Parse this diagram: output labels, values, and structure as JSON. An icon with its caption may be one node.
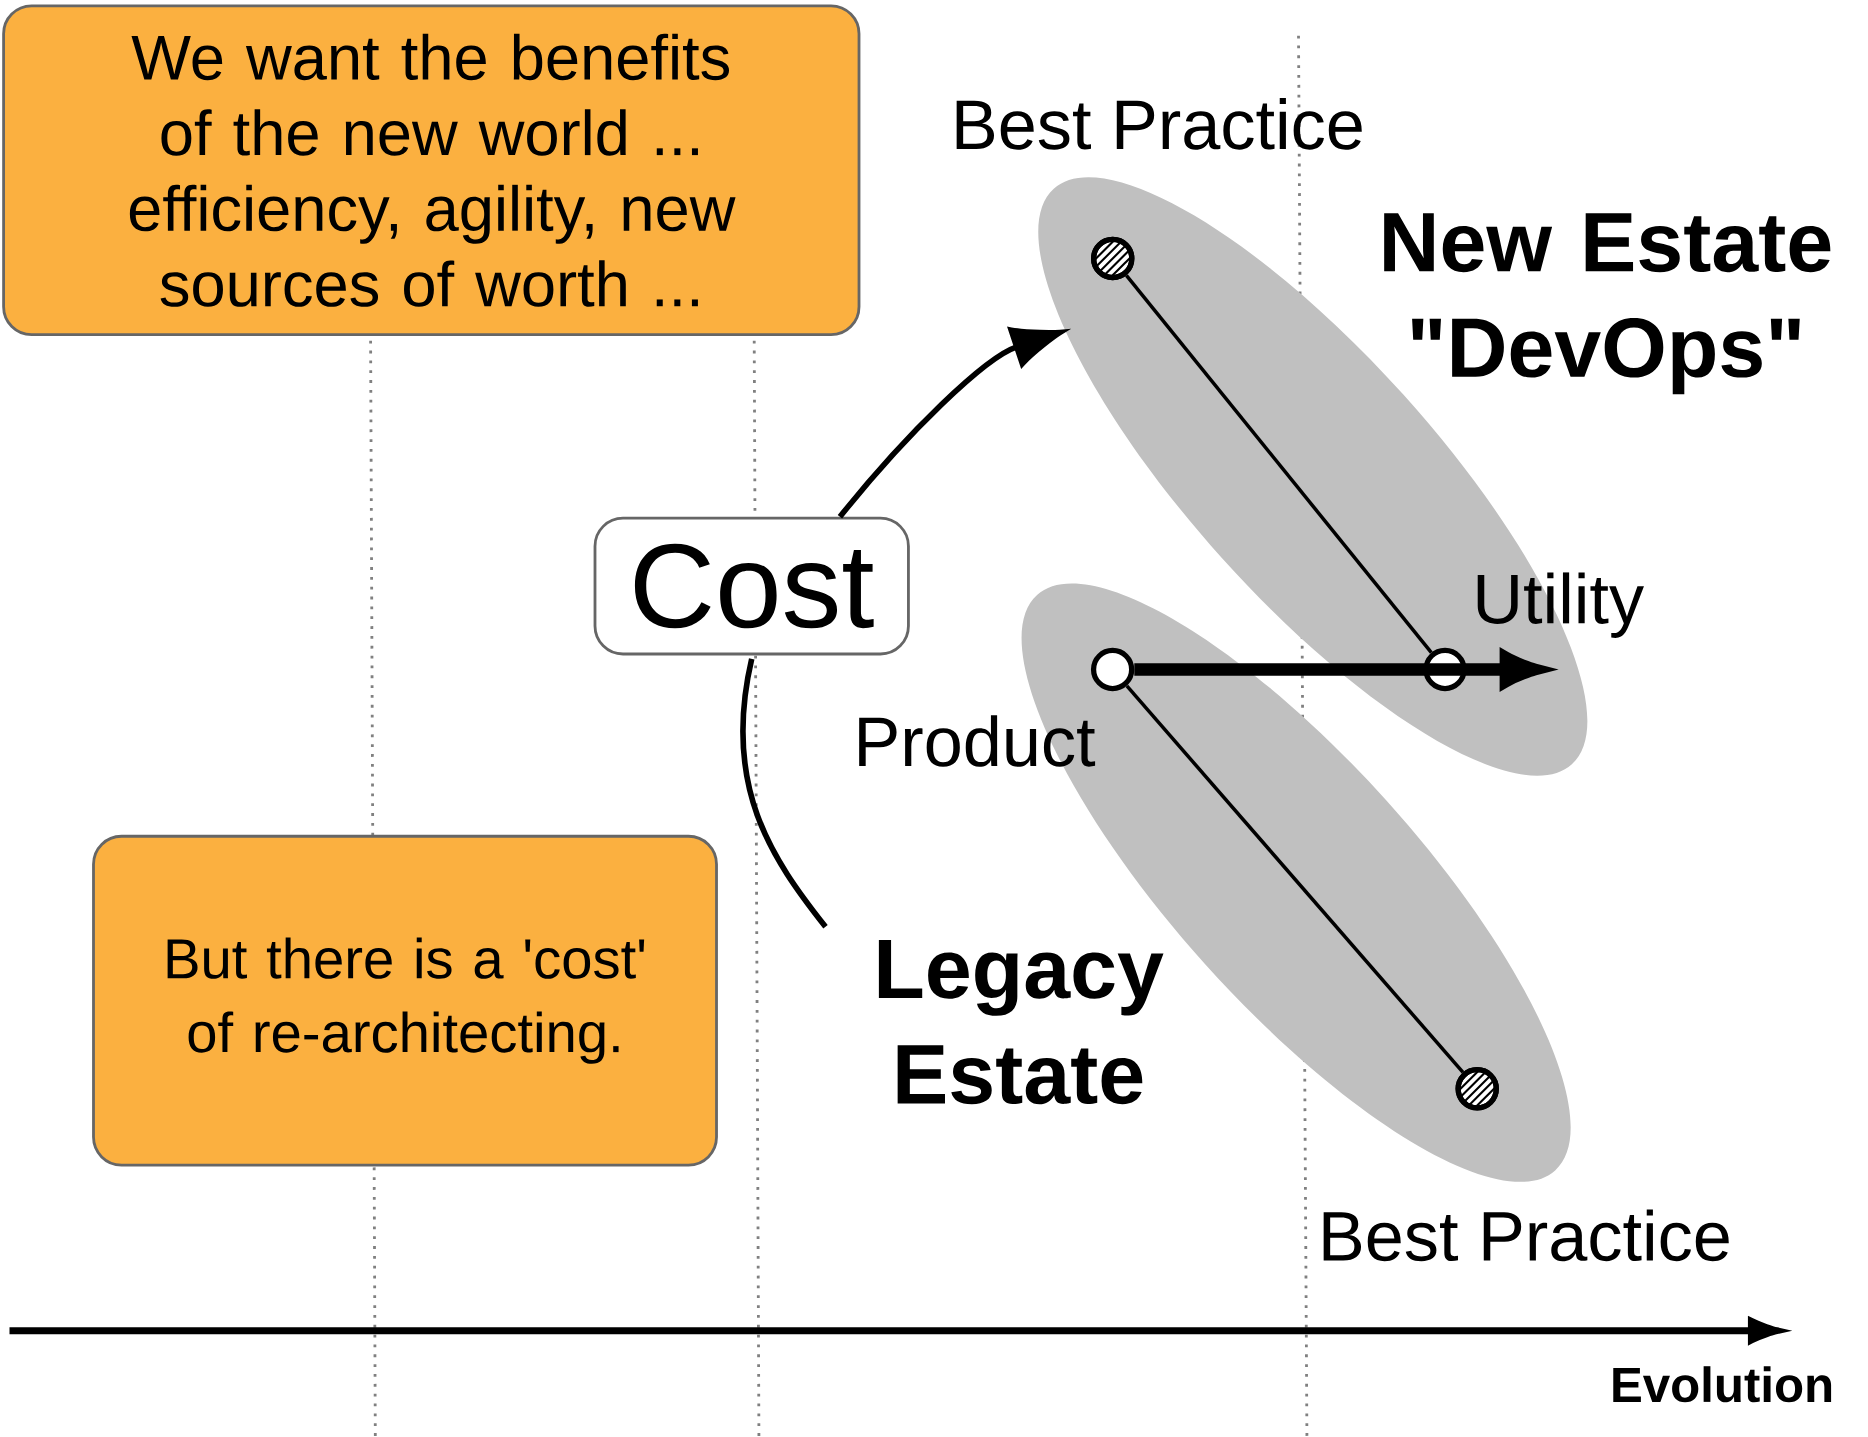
{
  "diagram": {
    "nodes": [
      {
        "text": [
          "We want the benefits of the new world ... efficiency, agility, new sources of worth ..."
        ]
      },
      {
        "text": [
          "Cost"
        ]
      },
      {
        "text": [
          "But there is a 'cost' of re-architecting."
        ]
      },
      {
        "text": [
          "New Estate \"DevOps\""
        ]
      },
      {
        "text": [
          "Legacy Estate"
        ]
      },
      {
        "text": [],
        "shape": "circle",
        "beside": [
          "Best Practice"
        ],
        "in": 3
      },
      {
        "text": [],
        "shape": "circle",
        "beside": [
          "Utility"
        ],
        "in": 3
      },
      {
        "text": [],
        "shape": "circle",
        "beside": [
          "Product"
        ],
        "in": 4
      },
      {
        "text": [],
        "shape": "circle",
        "beside": [
          "Best Practice"
        ],
        "in": 4
      }
    ],
    "edges": [
      {
        "from": 5,
        "to": 6,
        "arrow": "none"
      },
      {
        "from": 7,
        "to": 8,
        "arrow": "none"
      },
      {
        "from": 7,
        "to": 6,
        "arrow": "to",
        "style": "thick"
      },
      {
        "from": 1,
        "to": 3,
        "arrow": "to"
      },
      {
        "from": 1,
        "to": 4,
        "arrow": "none"
      }
    ],
    "labels": [
      "Evolution"
    ]
  }
}
